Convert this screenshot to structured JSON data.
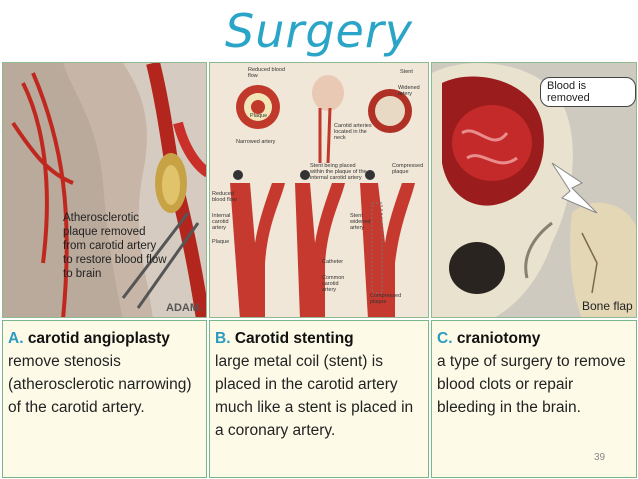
{
  "title": "Surgery",
  "panels": [
    {
      "letter": "A.",
      "heading": "carotid angioplasty",
      "body": "remove stenosis (atherosclerotic narrowing) of the carotid artery.",
      "image_caption": "Atherosclerotic plaque removed from carotid artery to restore blood flow to brain",
      "image_credit": "ADAM."
    },
    {
      "letter": "B.",
      "heading": "Carotid stenting",
      "body": "large metal coil (stent) is placed in the carotid artery much like a stent is placed in a coronary artery.",
      "image_labels": [
        "Reduced blood flow",
        "Plaque",
        "Narrowed artery",
        "Carotid arteries located in the neck",
        "Stent",
        "Widened artery",
        "Stent being placed within the plaque of the internal carotid artery",
        "Compressed plaque",
        "Reduced blood flow",
        "Internal carotid artery",
        "Plaque",
        "Catheter",
        "Common carotid artery",
        "Stent widened artery",
        "Compressed plaque"
      ]
    },
    {
      "letter": "C.",
      "heading": "craniotomy",
      "body": "a type of surgery to remove blood clots or repair bleeding in the brain.",
      "body_end": ".",
      "image_labels": [
        "Blood is removed",
        "Bone flap"
      ]
    }
  ],
  "slide_number": "39"
}
